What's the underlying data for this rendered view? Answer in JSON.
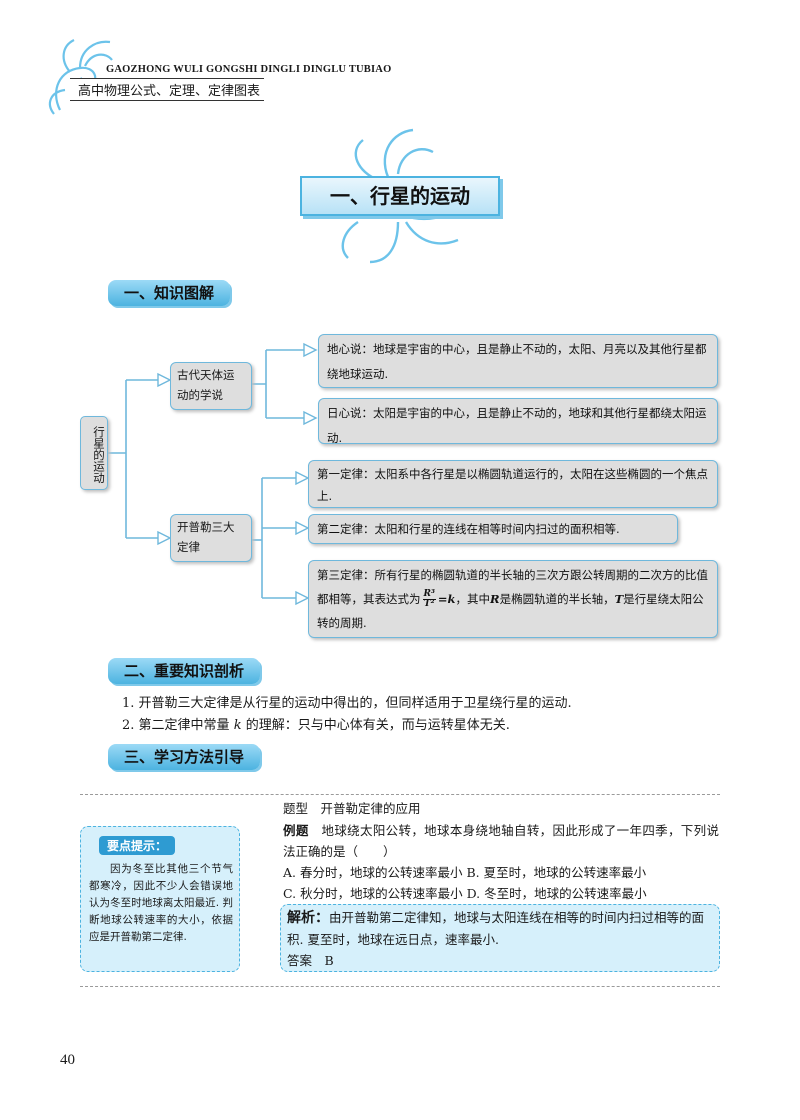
{
  "header": {
    "running_title_en": "GAOZHONG WULI GONGSHI DINGLI DINGLU TUBIAO",
    "running_title_zh": "高中物理公式、定理、定律图表"
  },
  "chapter_title": "一、行星的运动",
  "section1": {
    "heading": "一、知识图解",
    "root": "行星的运动",
    "branch1": {
      "label": "古代天体运动的学说",
      "items": [
        "地心说：地球是宇宙的中心，且是静止不动的，太阳、月亮以及其他行星都绕地球运动.",
        "日心说：太阳是宇宙的中心，且是静止不动的，地球和其他行星都绕太阳运动."
      ]
    },
    "branch2": {
      "label": "开普勒三大定律",
      "law1": "第一定律：太阳系中各行星是以椭圆轨道运行的，太阳在这些椭圆的一个焦点上.",
      "law2": "第二定律：太阳和行星的连线在相等时间内扫过的面积相等.",
      "law3_a": "第三定律：所有行星的椭圆轨道的半长轴的三次方跟公转周期的二次方的比值都相等，其表达式为",
      "law3_num": "R³",
      "law3_den": "T²",
      "law3_eq": "=k",
      "law3_b": "，其中",
      "law3_R": "R",
      "law3_c": "是椭圆轨道的半长轴，",
      "law3_T": "T",
      "law3_d": "是行星绕太阳公转的周期."
    }
  },
  "section2": {
    "heading": "二、重要知识剖析",
    "p1": "1. 开普勒三大定律是从行星的运动中得出的，但同样适用于卫星绕行星的运动.",
    "p2_a": "2. 第二定律中常量",
    "p2_k": "k",
    "p2_b": "的理解：只与中心体有关，而与运转星体无关."
  },
  "section3": {
    "heading": "三、学习方法引导",
    "tip_label": "要点提示：",
    "tip_text": "因为冬至比其他三个节气都寒冷，因此不少人会错误地认为冬至时地球离太阳最近. 判断地球公转速率的大小，依据应是开普勒第二定律.",
    "topic": "题型　开普勒定律的应用",
    "example_label": "例题",
    "example_text": "地球绕太阳公转，地球本身绕地轴自转，因此形成了一年四季，下列说法正确的是（　　）",
    "option_a": "A. 春分时，地球的公转速率最小",
    "option_b": "B. 夏至时，地球的公转速率最小",
    "option_c": "C. 秋分时，地球的公转速率最小",
    "option_d": "D. 冬至时，地球的公转速率最小",
    "analysis_label": "解析：",
    "analysis_text": "由开普勒第二定律知，地球与太阳连线在相等的时间内扫过相等的面积. 夏至时，地球在远日点，速率最小.",
    "answer_label": "答案",
    "answer_value": "B"
  },
  "page_number": "40",
  "colors": {
    "accent": "#4cb3e0",
    "box_fill": "#dedede",
    "tip_fill": "#d6f0fb"
  }
}
